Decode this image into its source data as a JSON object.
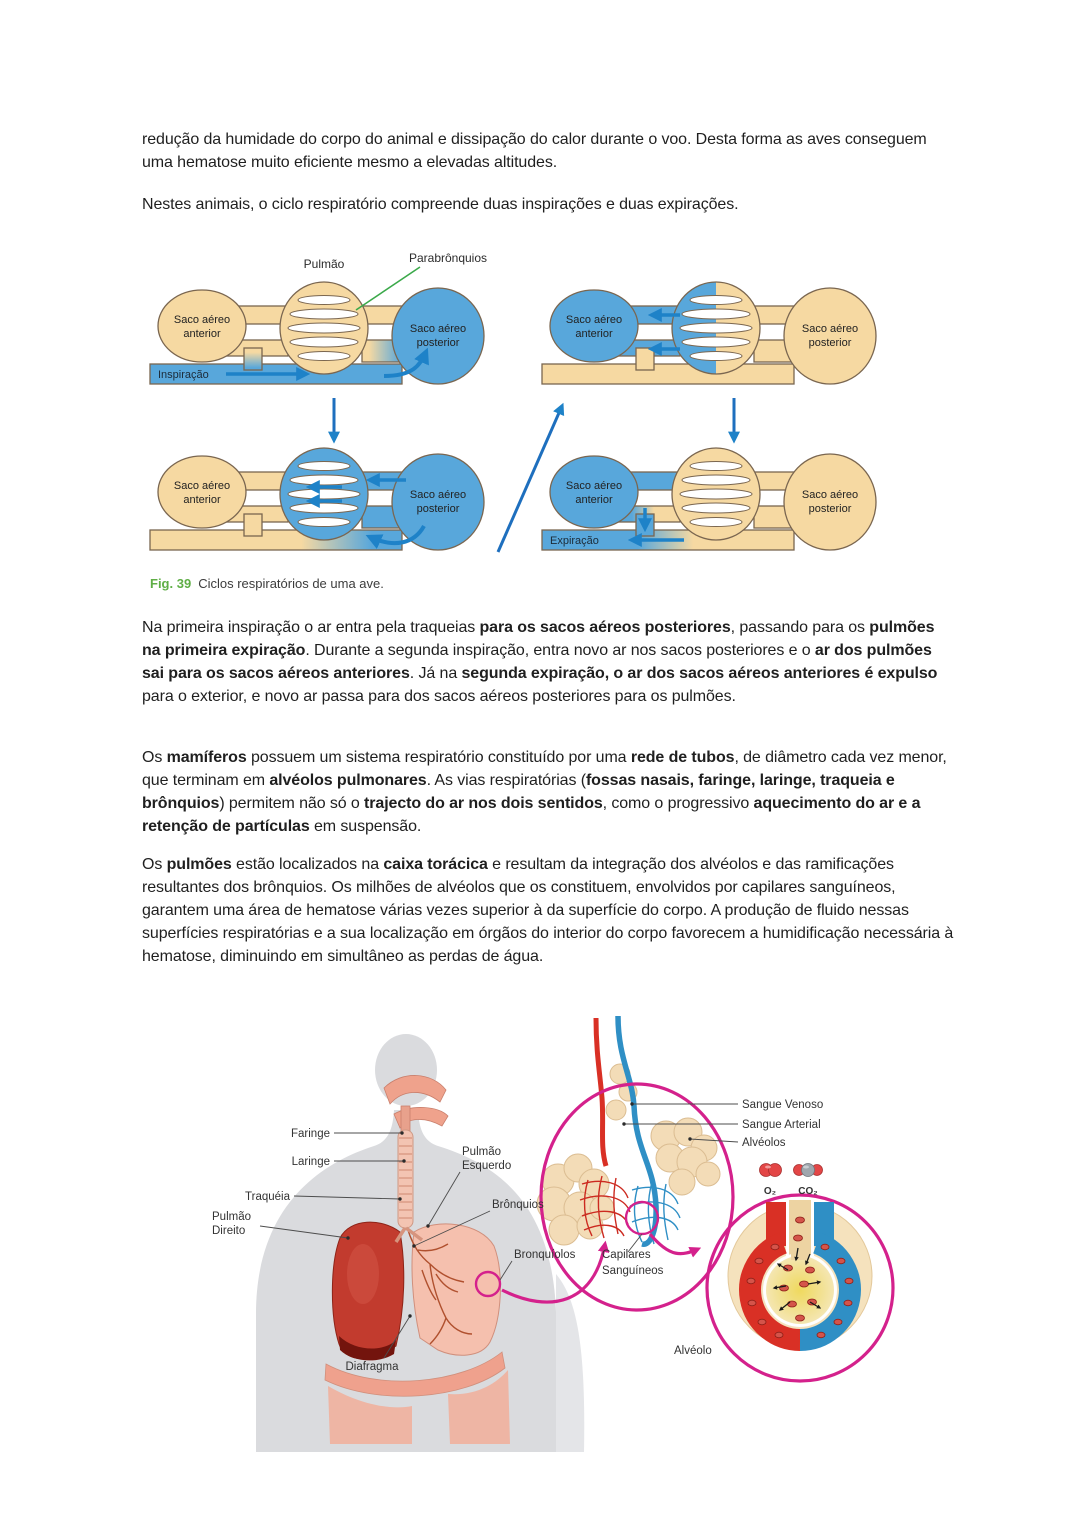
{
  "colors": {
    "diagram_tan": "#F6D9A2",
    "diagram_blue": "#58A7DB",
    "arrow_blue": "#1E82C8",
    "caption_green": "#5FAE46",
    "annotation_green": "#3BA94A",
    "magenta": "#D4218C",
    "vein_red": "#D93025",
    "artery_blue": "#2F8FC5",
    "body_text": "#1F1F1F"
  },
  "paragraphs": {
    "p1": [
      {
        "t": "redução da humidade do corpo do animal e dissipação do calor durante o voo. Desta forma as aves conseguem uma hematose muito eficiente mesmo a elevadas altitudes.",
        "b": false
      }
    ],
    "p2": [
      {
        "t": "Nestes animais, o ciclo respiratório compreende duas inspirações e duas expirações.",
        "b": false
      }
    ],
    "p3": [
      {
        "t": "Na primeira inspiração o ar entra pela traqueias ",
        "b": false
      },
      {
        "t": "para os sacos aéreos posteriores",
        "b": true
      },
      {
        "t": ", passando para os ",
        "b": false
      },
      {
        "t": "pulmões na primeira expiração",
        "b": true
      },
      {
        "t": ". Durante a segunda inspiração, entra novo ar nos sacos posteriores e o ",
        "b": false
      },
      {
        "t": "ar dos pulmões sai para os sacos aéreos anteriores",
        "b": true
      },
      {
        "t": ". Já na ",
        "b": false
      },
      {
        "t": "segunda expiração, o ar dos sacos aéreos anteriores é expulso",
        "b": true
      },
      {
        "t": " para o exterior, e novo ar passa para dos sacos aéreos posteriores para os pulmões.",
        "b": false
      }
    ],
    "p4": [
      {
        "t": "Os ",
        "b": false
      },
      {
        "t": "mamíferos",
        "b": true
      },
      {
        "t": " possuem um sistema respiratório constituído por uma ",
        "b": false
      },
      {
        "t": "rede de tubos",
        "b": true
      },
      {
        "t": ", de diâmetro cada vez menor, que terminam em ",
        "b": false
      },
      {
        "t": "alvéolos pulmonares",
        "b": true
      },
      {
        "t": ". As vias respiratórias (",
        "b": false
      },
      {
        "t": "fossas nasais, faringe, laringe, traqueia e brônquios",
        "b": true
      },
      {
        "t": ") permitem não só o ",
        "b": false
      },
      {
        "t": "trajecto do ar nos dois sentidos",
        "b": true
      },
      {
        "t": ", como o progressivo ",
        "b": false
      },
      {
        "t": "aquecimento do ar e a retenção de partículas",
        "b": true
      },
      {
        "t": " em suspensão.",
        "b": false
      }
    ],
    "p5": [
      {
        "t": "Os ",
        "b": false
      },
      {
        "t": "pulmões",
        "b": true
      },
      {
        "t": " estão localizados na ",
        "b": false
      },
      {
        "t": "caixa torácica",
        "b": true
      },
      {
        "t": " e resultam da integração dos alvéolos e das ramificações resultantes dos brônquios. Os milhões de alvéolos que os constituem, envolvidos por capilares sanguíneos, garantem uma área de hematose várias vezes superior à da superfície do corpo. A produção de fluido nessas superfícies respiratórias e a sua localização em órgãos do interior do corpo favorecem a humidificação necessária à hematose, diminuindo em simultâneo as perdas de água.",
        "b": false
      }
    ]
  },
  "fig39": {
    "caption_label": "Fig. 39",
    "caption_text": "Ciclos respiratórios de uma ave.",
    "labels": {
      "pulmao": "Pulmão",
      "parabronquios": "Parabrônquios",
      "inspiracao": "Inspiração",
      "expiracao": "Expiração",
      "saco_aereo": "Saco aéreo",
      "anterior": "anterior",
      "posterior": "posterior"
    }
  },
  "fig_human": {
    "labels": {
      "faringe": "Faringe",
      "laringe": "Laringe",
      "traqueia": "Traquéia",
      "pulmao": "Pulmão",
      "direito": "Direito",
      "esquerdo": "Esquerdo",
      "bronquios": "Brônquios",
      "bronquiolos": "Bronquíolos",
      "diafragma": "Diafragma",
      "sangue_venoso": "Sangue Venoso",
      "sangue_arterial": "Sangue Arterial",
      "alveolos": "Alvéolos",
      "capilares": "Capilares",
      "sanguineos": "Sanguíneos",
      "o2": "O₂",
      "co2": "CO₂",
      "alveolo": "Alvéolo"
    }
  }
}
